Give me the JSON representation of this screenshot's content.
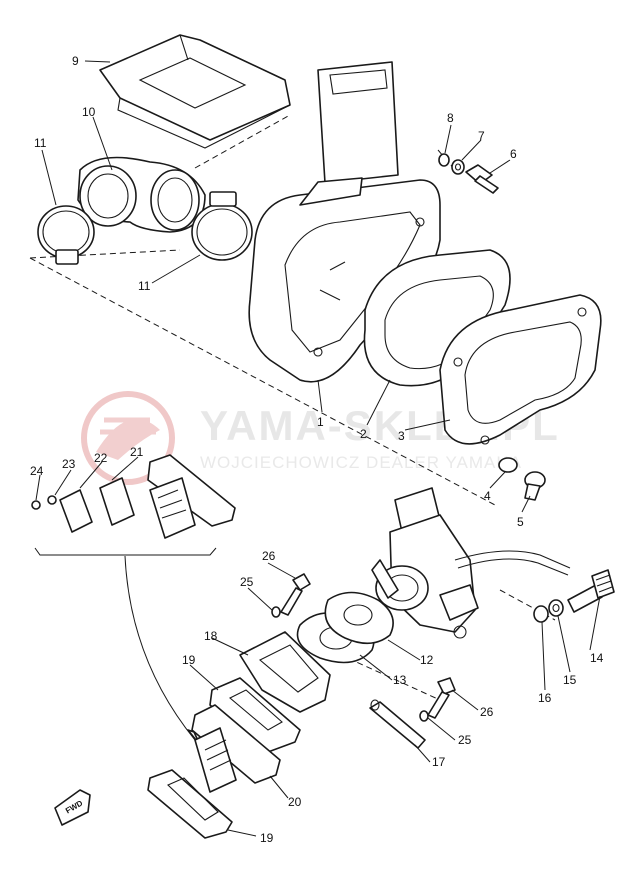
{
  "watermark": {
    "brand": "YAMA-SKLEP.PL",
    "subtitle": "WOJCIECHOWICZ DEALER YAMAHA",
    "logo_color": "#e8a8a8"
  },
  "fwd_marker": "FWD",
  "callouts": [
    {
      "id": "c-9",
      "text": "9"
    },
    {
      "id": "c-10",
      "text": "10"
    },
    {
      "id": "c-11a",
      "text": "11"
    },
    {
      "id": "c-11b",
      "text": "11"
    },
    {
      "id": "c-8",
      "text": "8"
    },
    {
      "id": "c-7",
      "text": "7"
    },
    {
      "id": "c-6",
      "text": "6"
    },
    {
      "id": "c-1",
      "text": "1"
    },
    {
      "id": "c-2",
      "text": "2"
    },
    {
      "id": "c-3",
      "text": "3"
    },
    {
      "id": "c-4",
      "text": "4"
    },
    {
      "id": "c-5",
      "text": "5"
    },
    {
      "id": "c-24",
      "text": "24"
    },
    {
      "id": "c-23",
      "text": "23"
    },
    {
      "id": "c-22",
      "text": "22"
    },
    {
      "id": "c-21",
      "text": "21"
    },
    {
      "id": "c-26a",
      "text": "26"
    },
    {
      "id": "c-25a",
      "text": "25"
    },
    {
      "id": "c-18",
      "text": "18"
    },
    {
      "id": "c-19a",
      "text": "19"
    },
    {
      "id": "c-12",
      "text": "12"
    },
    {
      "id": "c-13",
      "text": "13"
    },
    {
      "id": "c-16",
      "text": "16"
    },
    {
      "id": "c-15",
      "text": "15"
    },
    {
      "id": "c-14",
      "text": "14"
    },
    {
      "id": "c-26b",
      "text": "26"
    },
    {
      "id": "c-25b",
      "text": "25"
    },
    {
      "id": "c-17",
      "text": "17"
    },
    {
      "id": "c-20",
      "text": "20"
    },
    {
      "id": "c-19b",
      "text": "19"
    }
  ]
}
